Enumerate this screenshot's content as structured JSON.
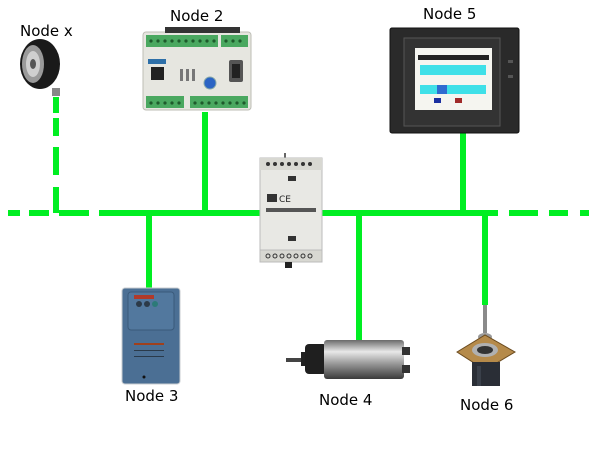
{
  "diagram": {
    "type": "fieldbus network topology",
    "bus_color": "#00ee22",
    "bus_style": "solid center segment with dashed extensions on both ends (bus continues)",
    "gateway": {
      "description": "DIN-rail bus coupler / repeater module at bus center"
    },
    "nodes": [
      {
        "id": "node-x",
        "label": "Node x",
        "device": "rotary encoder",
        "connection": "dashed drop (optional/more nodes)",
        "side": "top"
      },
      {
        "id": "node-2",
        "label": "Node 2",
        "device": "PLC / I-O controller with terminal blocks and D-sub port",
        "connection": "solid drop",
        "side": "top"
      },
      {
        "id": "node-5",
        "label": "Node 5",
        "device": "HMI touch panel",
        "connection": "solid drop",
        "side": "top"
      },
      {
        "id": "node-3",
        "label": "Node 3",
        "device": "frequency inverter drive",
        "connection": "solid drop",
        "side": "bottom"
      },
      {
        "id": "node-4",
        "label": "Node 4",
        "device": "servo motor",
        "connection": "solid drop",
        "side": "bottom"
      },
      {
        "id": "node-6",
        "label": "Node 6",
        "device": "stepper motor with shaft",
        "connection": "solid drop",
        "side": "bottom"
      }
    ]
  }
}
